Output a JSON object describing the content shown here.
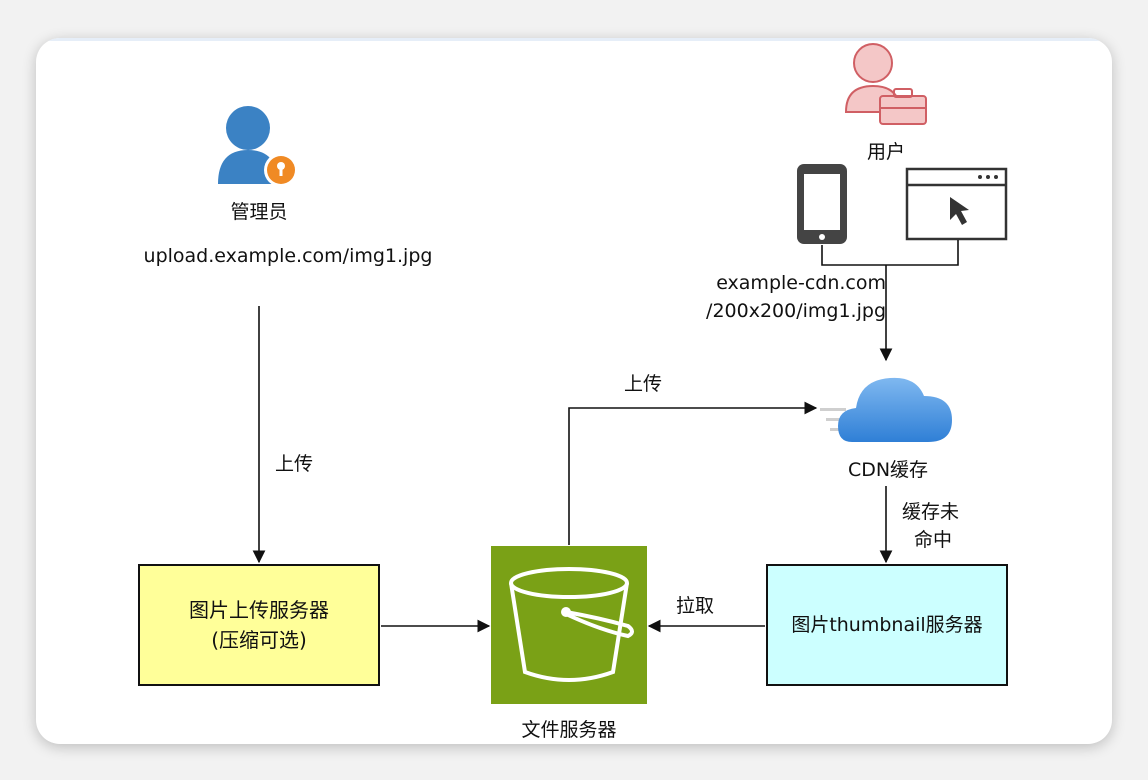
{
  "nodes": {
    "admin": {
      "label": "管理员",
      "url": "upload.example.com/img1.jpg"
    },
    "user": {
      "label": "用户"
    },
    "user_url": {
      "line1": "example-cdn.com",
      "line2": "/200x200/img1.jpg"
    },
    "cdn": {
      "label": "CDN缓存"
    },
    "upload_server": {
      "line1": "图片上传服务器",
      "line2": "(压缩可选)"
    },
    "thumb_server": {
      "label": "图片thumbnail服务器"
    },
    "file_server": {
      "label": "文件服务器"
    }
  },
  "edges": {
    "admin_upload": "上传",
    "bucket_to_cdn": "上传",
    "cache_miss_line1": "缓存未",
    "cache_miss_line2": "命中",
    "pull": "拉取"
  },
  "colors": {
    "admin_icon": "#3b82c4",
    "admin_key_badge": "#f08a24",
    "user_icon_fill": "#f4c7c7",
    "user_icon_stroke": "#d05f64",
    "cloud": "#4a90e2",
    "bucket_bg": "#7aa116",
    "upload_box": "#ffff99",
    "thumb_box": "#ccffff"
  },
  "icons": [
    "admin-user-key-icon",
    "user-briefcase-icon",
    "smartphone-icon",
    "browser-window-icon",
    "cloud-icon",
    "bucket-icon"
  ]
}
